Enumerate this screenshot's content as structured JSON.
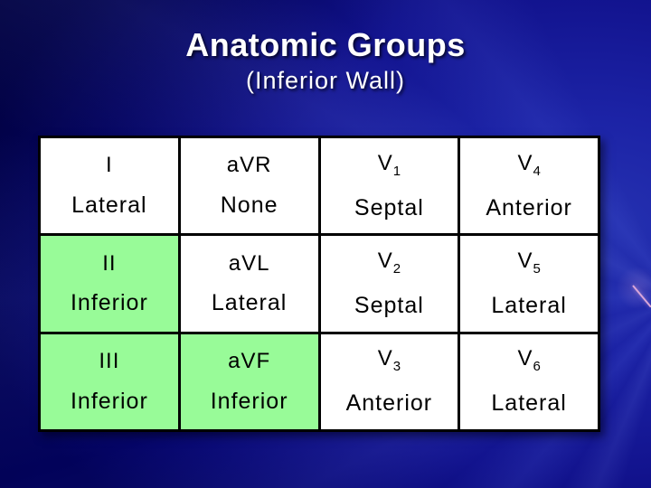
{
  "slide": {
    "title": "Anatomic Groups",
    "subtitle": "(Inferior Wall)"
  },
  "colors": {
    "title_text": "#ffffff",
    "highlight_green": "#98fb98",
    "cell_white": "#ffffff",
    "border_black": "#000000",
    "streak_pink": "#d9a6d9",
    "background_base": "#12138e"
  },
  "table": {
    "rows": [
      [
        {
          "lead": "I",
          "sub": "",
          "group": "Lateral",
          "highlight": false
        },
        {
          "lead": "aVR",
          "sub": "",
          "group": "None",
          "highlight": false
        },
        {
          "lead": "V",
          "sub": "1",
          "group": "Septal",
          "highlight": false
        },
        {
          "lead": "V",
          "sub": "4",
          "group": "Anterior",
          "highlight": false
        }
      ],
      [
        {
          "lead": "II",
          "sub": "",
          "group": "Inferior",
          "highlight": true
        },
        {
          "lead": "aVL",
          "sub": "",
          "group": "Lateral",
          "highlight": false
        },
        {
          "lead": "V",
          "sub": "2",
          "group": "Septal",
          "highlight": false
        },
        {
          "lead": "V",
          "sub": "5",
          "group": "Lateral",
          "highlight": false
        }
      ],
      [
        {
          "lead": "III",
          "sub": "",
          "group": "Inferior",
          "highlight": true
        },
        {
          "lead": "aVF",
          "sub": "",
          "group": "Inferior",
          "highlight": true
        },
        {
          "lead": "V",
          "sub": "3",
          "group": "Anterior",
          "highlight": false
        },
        {
          "lead": "V",
          "sub": "6",
          "group": "Lateral",
          "highlight": false
        }
      ]
    ]
  }
}
